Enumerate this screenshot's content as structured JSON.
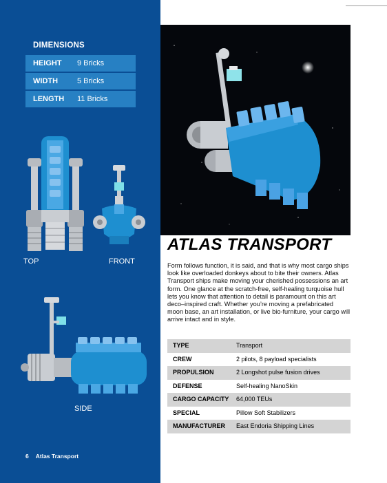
{
  "dimensions": {
    "header": "DIMENSIONS",
    "rows": [
      {
        "key": "HEIGHT",
        "value": "9 Bricks"
      },
      {
        "key": "WIDTH",
        "value": "5 Bricks"
      },
      {
        "key": "LENGTH",
        "value": "11 Bricks"
      }
    ]
  },
  "views": {
    "top": "TOP",
    "front": "FRONT",
    "side": "SIDE"
  },
  "footer": {
    "page_number": "6",
    "title": "Atlas Transport"
  },
  "article": {
    "title": "ATLAS TRANSPORT",
    "body": "Form follows function, it is said, and that is why most cargo ships look like overloaded donkeys about to bite their owners. Atlas Transport ships make moving your cherished possessions an art form. One glance at the scratch-free, self-healing turquoise hull lets you know that attention to detail is paramount on this art deco–inspired craft. Whether you’re moving a prefabricated moon base, an art installation, or live bio-furniture, your cargo will arrive intact and in style."
  },
  "specs": [
    {
      "key": "TYPE",
      "value": "Transport"
    },
    {
      "key": "CREW",
      "value": "2 pilots, 8 payload specialists"
    },
    {
      "key": "PROPULSION",
      "value": "2 Longshot pulse fusion drives"
    },
    {
      "key": "DEFENSE",
      "value": "Self-healing NanoSkin"
    },
    {
      "key": "CARGO CAPACITY",
      "value": "64,000 TEUs"
    },
    {
      "key": "SPECIAL",
      "value": "Pillow Soft Stabilizers"
    },
    {
      "key": "MANUFACTURER",
      "value": "East Endoria Shipping Lines"
    }
  ],
  "colors": {
    "panel": "#0a4e95",
    "dim_row": "#2780c3",
    "hull": "#1e8fd0",
    "space": "#05070c"
  }
}
